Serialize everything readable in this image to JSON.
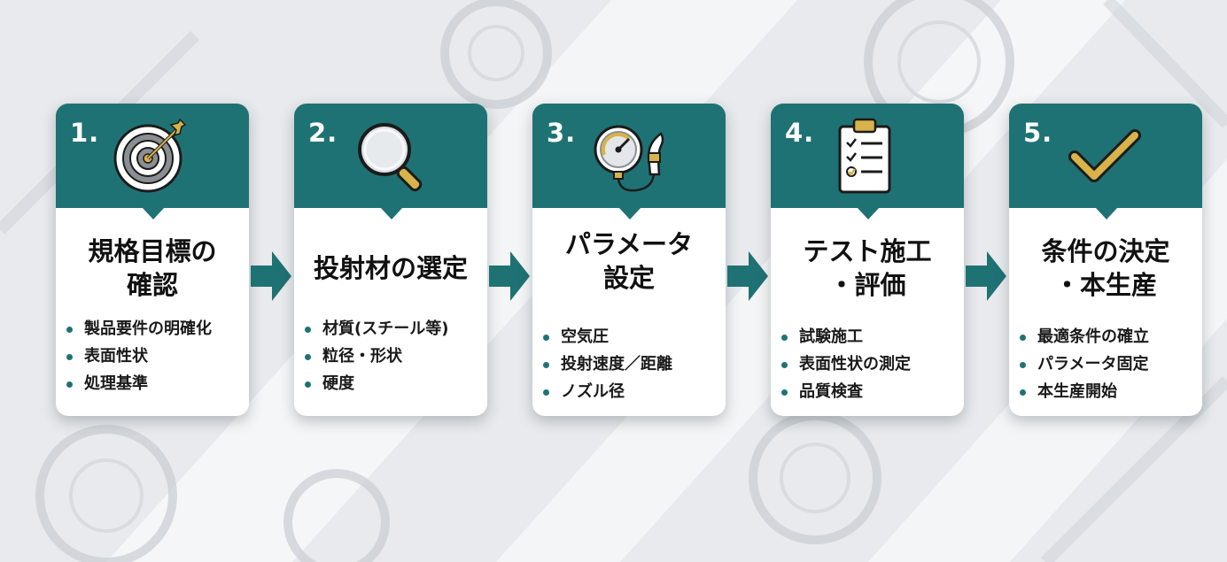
{
  "colors": {
    "header": "#1f7274",
    "arrow": "#1f7274",
    "icon_gold": "#d8b24a",
    "card": "#ffffff"
  },
  "steps": [
    {
      "number": "1.",
      "icon": "target-icon",
      "title": [
        "規格目標の",
        "確認"
      ],
      "bullets": [
        "製品要件の明確化",
        "表面性状",
        "処理基準"
      ]
    },
    {
      "number": "2.",
      "icon": "magnifier-icon",
      "title": [
        "投射材の選定"
      ],
      "bullets": [
        "材質(スチール等)",
        "粒径・形状",
        "硬度"
      ]
    },
    {
      "number": "3.",
      "icon": "gauge-nozzle-icon",
      "title": [
        "パラメータ",
        "設定"
      ],
      "bullets": [
        "空気圧",
        "投射速度／距離",
        "ノズル径"
      ]
    },
    {
      "number": "4.",
      "icon": "clipboard-checklist-icon",
      "title": [
        "テスト施工",
        "・評価"
      ],
      "bullets": [
        "試験施工",
        "表面性状の測定",
        "品質検査"
      ]
    },
    {
      "number": "5.",
      "icon": "checkmark-icon",
      "title": [
        "条件の決定",
        "・本生産"
      ],
      "bullets": [
        "最適条件の確立",
        "パラメータ固定",
        "本生産開始"
      ]
    }
  ]
}
